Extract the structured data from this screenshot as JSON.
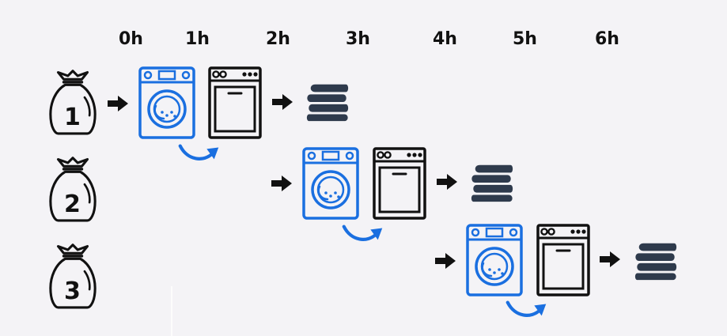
{
  "timeline": {
    "hours": [
      "0h",
      "1h",
      "2h",
      "3h",
      "4h",
      "5h",
      "6h"
    ]
  },
  "loads": [
    {
      "number": "1"
    },
    {
      "number": "2"
    },
    {
      "number": "3"
    }
  ],
  "colors": {
    "washer": "#1a6fe0",
    "dryer": "#111111",
    "arrow": "#111111",
    "transfer_arrow": "#1a6fe0",
    "folded_clothes": "#2e3a4c",
    "background": "#f4f3f6"
  },
  "icons": {
    "bag": "laundry-bag-icon",
    "washer": "washing-machine-icon",
    "dryer": "dryer-icon",
    "transfer": "curved-arrow-icon",
    "step": "right-arrow-icon",
    "done": "folded-clothes-icon"
  }
}
